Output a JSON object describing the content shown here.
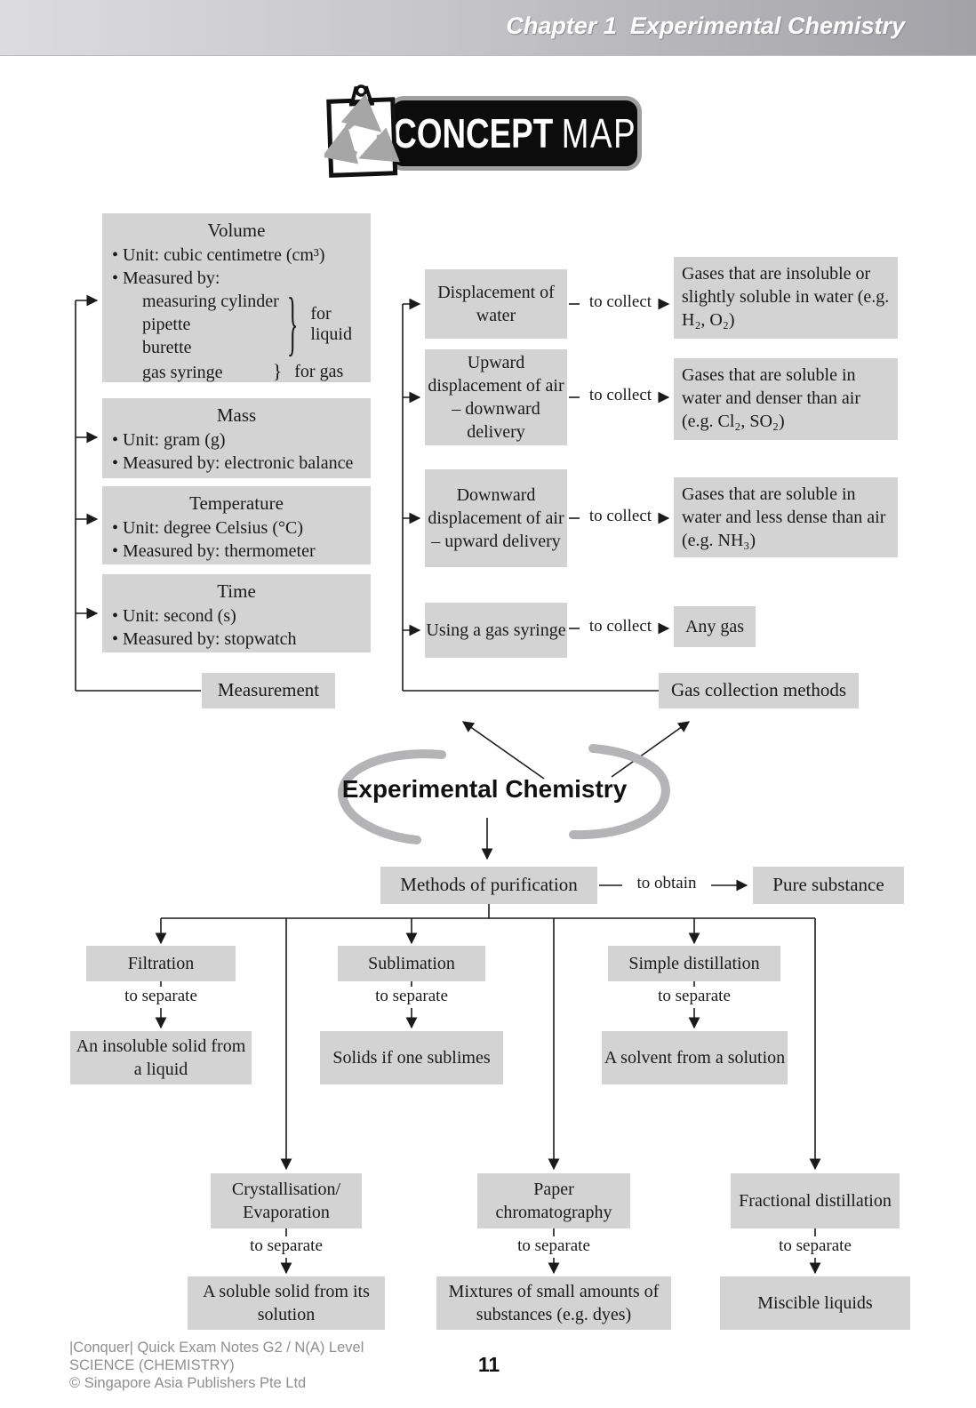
{
  "header": {
    "chapter": "Chapter 1  Experimental Chemistry"
  },
  "badge": {
    "concept": "CONCEPT",
    "map": "MAP",
    "icon": "clipboard-recycle-icon"
  },
  "measurement": {
    "label": "Measurement",
    "volume": {
      "title": "Volume",
      "unit_line": "Unit: cubic centimetre (cm³)",
      "measured_by": "Measured by:",
      "liquid_instruments": [
        "measuring cylinder",
        "pipette",
        "burette"
      ],
      "liquid_note": "for liquid",
      "gas_instrument": "gas syringe",
      "gas_note": "for gas"
    },
    "mass": {
      "title": "Mass",
      "lines": [
        "Unit: gram (g)",
        "Measured by: electronic balance"
      ]
    },
    "temperature": {
      "title": "Temperature",
      "lines": [
        "Unit: degree Celsius (°C)",
        "Measured by: thermometer"
      ]
    },
    "time": {
      "title": "Time",
      "lines": [
        "Unit: second (s)",
        "Measured by: stopwatch"
      ]
    }
  },
  "gas_collection": {
    "label": "Gas collection methods",
    "connector_label": "to collect",
    "rows": [
      {
        "method": "Displacement of water",
        "result": "Gases that are insoluble or slightly soluble in water (e.g. H₂, O₂)"
      },
      {
        "method": "Upward displacement of air – downward delivery",
        "result": "Gases that are soluble in water and denser than air (e.g. Cl₂, SO₂)"
      },
      {
        "method": "Downward displacement of air – upward delivery",
        "result": "Gases that are soluble in water and less dense than air (e.g. NH₃)"
      },
      {
        "method": "Using a gas syringe",
        "result": "Any gas"
      }
    ]
  },
  "hub": {
    "title": "Experimental Chemistry"
  },
  "purification": {
    "label": "Methods of purification",
    "obtain_label": "to obtain",
    "result": "Pure substance",
    "separate_label": "to separate",
    "branches": [
      {
        "method": "Filtration",
        "result": "An insoluble solid from a liquid"
      },
      {
        "method": "Sublimation",
        "result": "Solids if one sublimes"
      },
      {
        "method": "Simple distillation",
        "result": "A solvent from a solution"
      },
      {
        "method": "Crystallisation/ Evaporation",
        "result": "A soluble solid from its solution"
      },
      {
        "method": "Paper chromatography",
        "result": "Mixtures of small amounts of substances (e.g. dyes)"
      },
      {
        "method": "Fractional distillation",
        "result": "Miscible liquids"
      }
    ]
  },
  "footer": {
    "lines": [
      "|Conquer| Quick Exam Notes G2 / N(A) Level",
      "SCIENCE (CHEMISTRY)",
      "© Singapore Asia Publishers Pte Ltd"
    ],
    "page": "11"
  },
  "colors": {
    "box_fill": "#d3d3d3",
    "line": "#1a1a1a",
    "header_gradient": [
      "#dcdcde",
      "#a2a2a7"
    ],
    "swoosh": "#b4b4b6",
    "footer_text": "#8f8f8f"
  }
}
